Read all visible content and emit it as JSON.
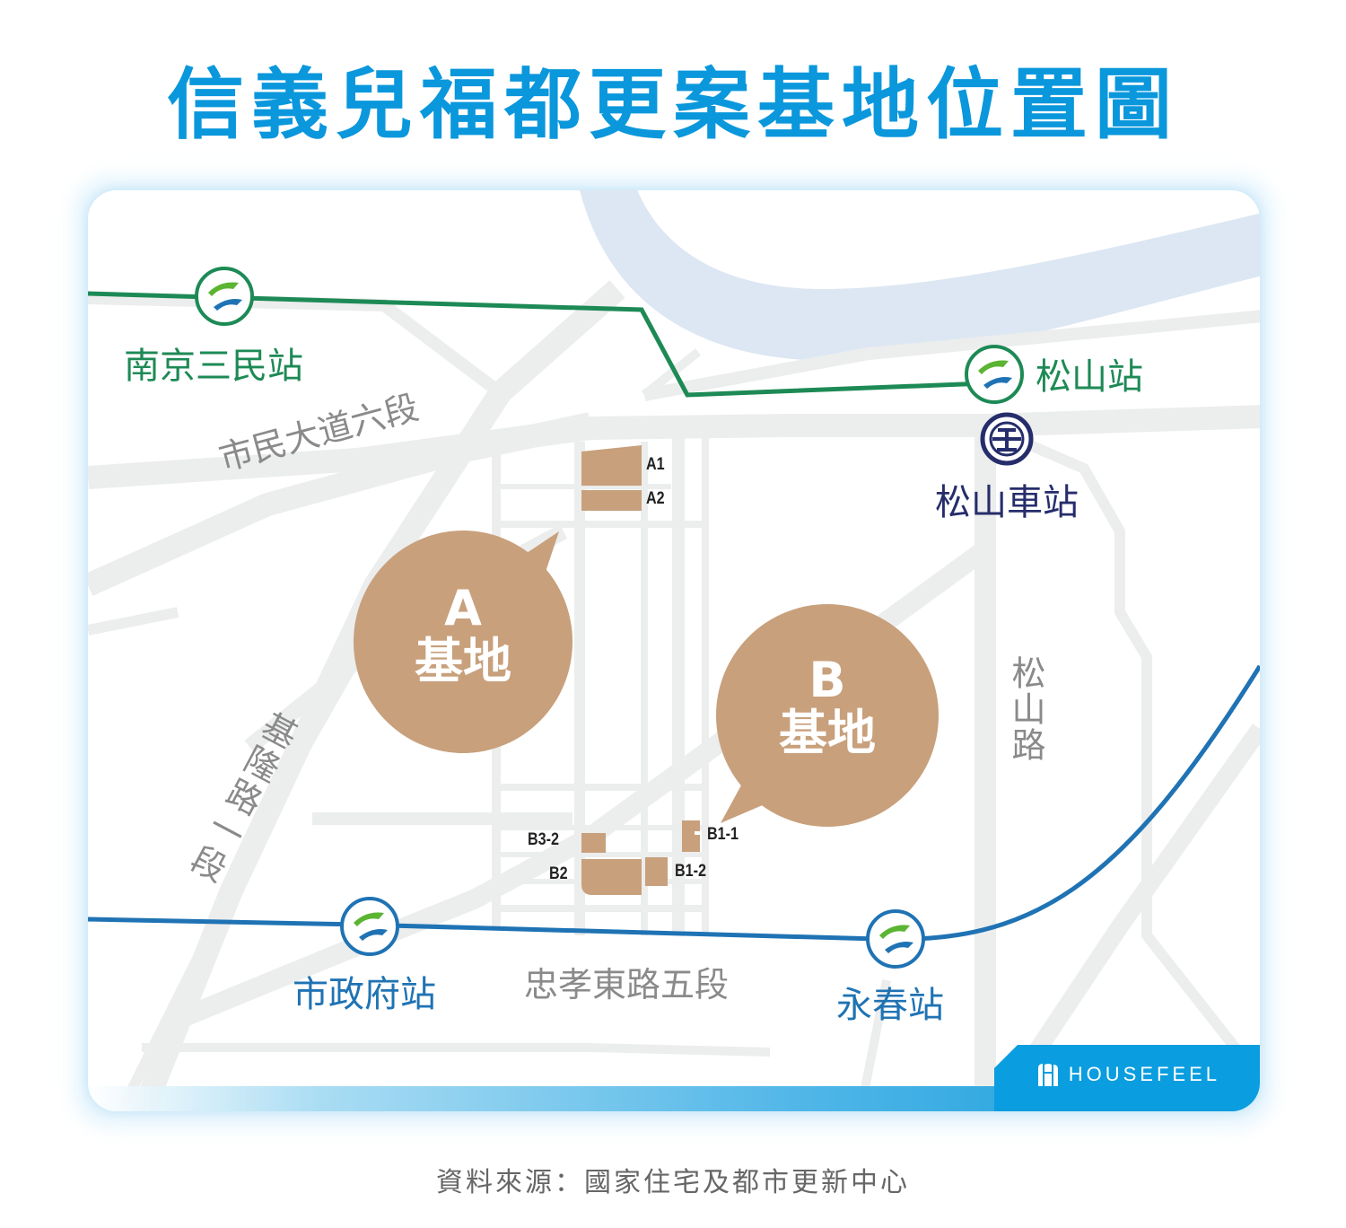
{
  "title": "信義兒福都更案基地位置圖",
  "source": "資料來源：國家住宅及都市更新中心",
  "brand": {
    "name": "HOUSEFEEL",
    "icon": "housefeel-logo-icon"
  },
  "colors": {
    "title": "#0a97dc",
    "green_line": "#1d8a55",
    "blue_line": "#1f73b4",
    "tra_navy": "#262d6b",
    "site_fill": "#c8a07c",
    "road": "#eceded",
    "river": "#dce7f3",
    "brand_blue": "#0a9ddf"
  },
  "metro_stations": [
    {
      "name": "南京三民站",
      "line": "green",
      "icon": "metro-logo-icon"
    },
    {
      "name": "松山站",
      "line": "green",
      "icon": "metro-logo-icon"
    },
    {
      "name": "市政府站",
      "line": "blue",
      "icon": "metro-logo-icon"
    },
    {
      "name": "永春站",
      "line": "blue",
      "icon": "metro-logo-icon"
    }
  ],
  "rail_station": {
    "name": "松山車站",
    "icon": "taiwan-railway-logo-icon"
  },
  "roads": {
    "civic_blvd": "市民大道六段",
    "keelung_rd": "基隆路一段",
    "zhongxiao_rd": "忠孝東路五段",
    "songshan_rd": "松山路"
  },
  "sites": {
    "A": {
      "letter": "A",
      "label": "基地",
      "parcels": [
        "A1",
        "A2"
      ]
    },
    "B": {
      "letter": "B",
      "label": "基地",
      "parcels": [
        "B1-1",
        "B1-2",
        "B2",
        "B3-2"
      ]
    }
  }
}
